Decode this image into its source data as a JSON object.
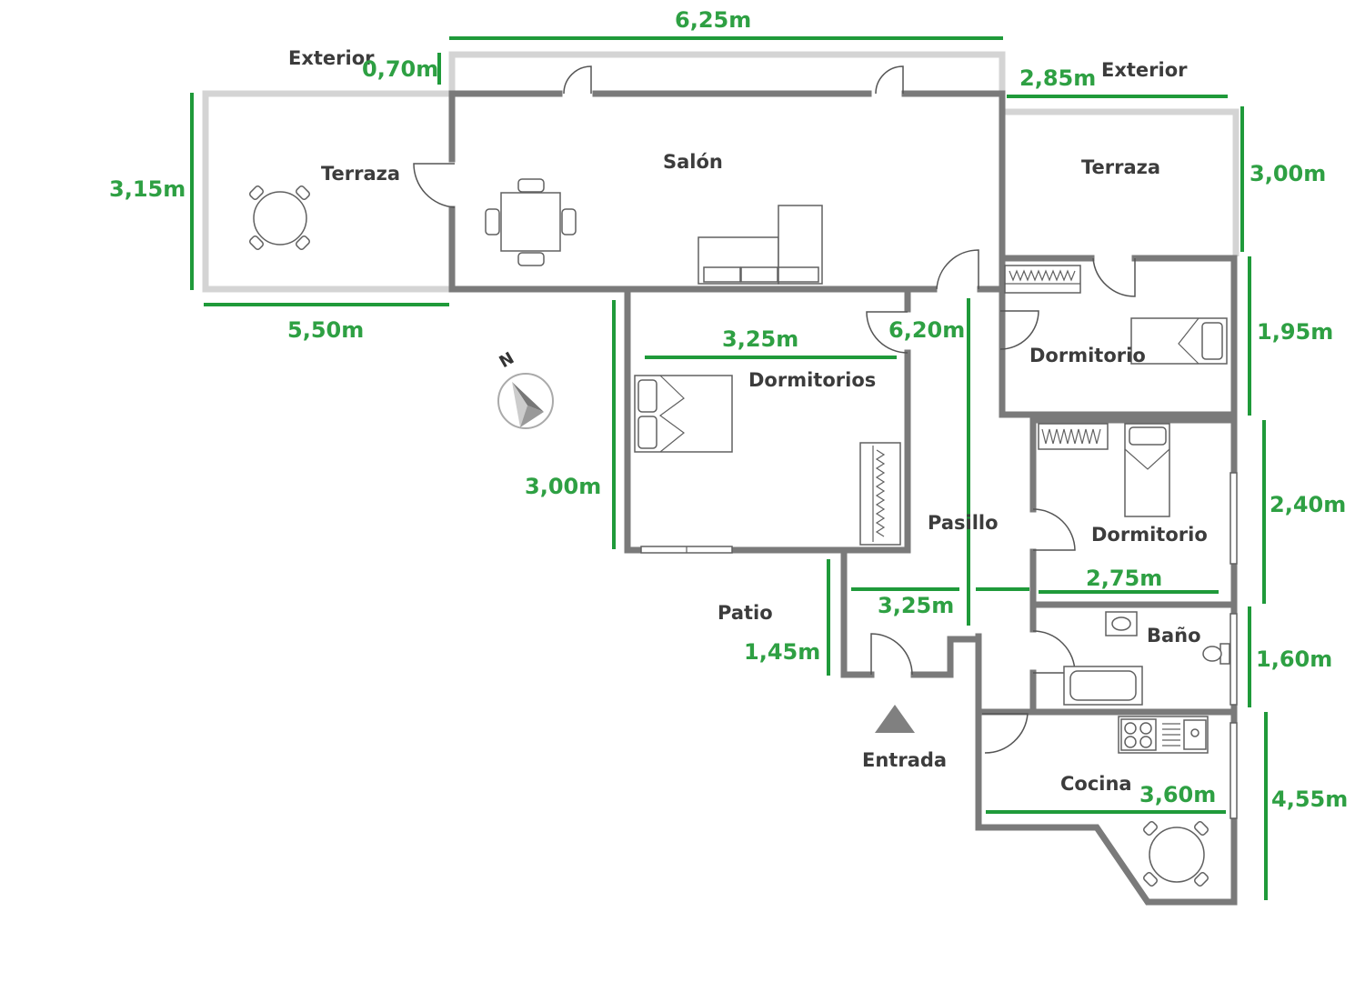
{
  "rooms": {
    "exterior_top_left": "Exterior",
    "exterior_top_right": "Exterior",
    "terraza_left": "Terraza",
    "salon": "Salón",
    "terraza_right": "Terraza",
    "dormitorios": "Dormitorios",
    "dormitorio_1": "Dormitorio",
    "dormitorio_2": "Dormitorio",
    "pasillo": "Pasillo",
    "patio": "Patio",
    "bano": "Baño",
    "cocina": "Cocina",
    "entrada": "Entrada"
  },
  "dimensions": {
    "top_width": "6,25m",
    "exterior_depth": "0,70m",
    "right_terrace_width": "2,85m",
    "left_terrace_height": "3,15m",
    "left_terrace_width": "5,50m",
    "right_terrace_height": "3,00m",
    "dormitorios_width": "3,25m",
    "pasillo_length": "6,20m",
    "dormitorio_1_height": "1,95m",
    "dormitorios_height": "3,00m",
    "dormitorio_2_height": "2,40m",
    "dormitorio_2_width": "2,75m",
    "entrance_width": "3,25m",
    "patio_height": "1,45m",
    "bano_height": "1,60m",
    "cocina_width": "3,60m",
    "cocina_height": "4,55m"
  },
  "compass": {
    "label": "N"
  },
  "colors": {
    "wall": "#7a7a7a",
    "terrace_wall": "#d4d4d4",
    "dimension": "#2ea043"
  }
}
